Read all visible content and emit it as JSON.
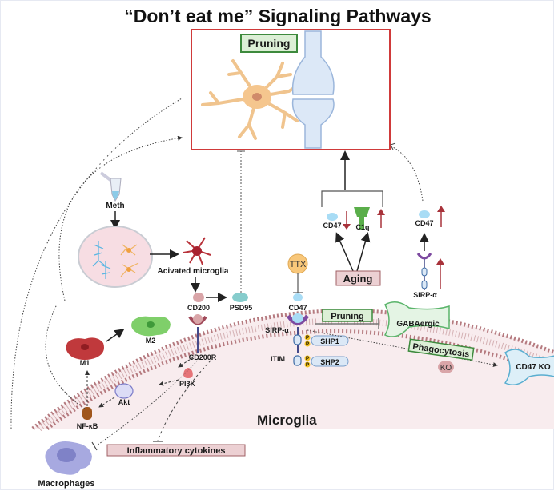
{
  "title": "“Don’t eat me” Signaling Pathways",
  "pruning_box": {
    "label": "Pruning"
  },
  "left": {
    "meth": "Meth",
    "activated_microglia": "Acivated microglia",
    "cd200": "CD200",
    "psd95": "PSD95",
    "cd200r": "CD200R",
    "m1": "M1",
    "m2": "M2",
    "pi3k": "PI3K",
    "akt": "Akt",
    "nfkb": "NF-κB",
    "macrophages": "Macrophages",
    "inflammatory": "Inflammatory cytokines"
  },
  "center": {
    "ttx": "TTX",
    "cd47": "CD47",
    "sirpa": "SIRP-α",
    "itim": "ITIM",
    "shp1": "SHP1",
    "shp2": "SHP2",
    "p": "P",
    "aging": "Aging",
    "aging_cd47": "CD47",
    "c1q": "C1q",
    "pruning": "Pruning",
    "gabaergic": "GABAergic",
    "phagocytosis": "Phagocytosis",
    "ko": "KO",
    "cd47ko": "CD47 KO",
    "microglia": "Microglia"
  },
  "right": {
    "cd47": "CD47",
    "sirpa": "SIRP-α"
  },
  "colors": {
    "box_border": "#d03a3a",
    "green_label_bg": "#dcefd6",
    "green_label_border": "#3d8a3d",
    "pink_label_bg": "#ecd0d3",
    "pink_label_border": "#a06066",
    "membrane": "#b57a7f",
    "cell_fill": "#f8ecee",
    "up_arrow": "#a8323a"
  }
}
